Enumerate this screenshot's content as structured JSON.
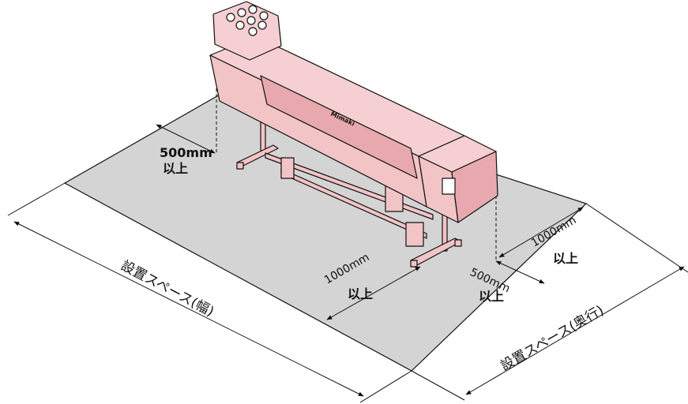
{
  "colors": {
    "floor": "#d4d4d4",
    "floor_edge": "#111111",
    "printer_fill": "#f2c4c6",
    "printer_shade": "#e7a9ad",
    "outline": "#111111"
  },
  "labels": {
    "left_clearance_value": "500mm",
    "left_clearance_suffix": "以上",
    "front_clearance_value": "1000mm",
    "front_clearance_suffix": "以上",
    "right_front_value": "500mm",
    "right_front_suffix": "以上",
    "right_side_value": "1000mm",
    "right_side_suffix": "以上",
    "width_space": "設置スペース(幅)",
    "depth_space": "設置スペース(奥行)",
    "brand_mark": "Mimaki"
  }
}
